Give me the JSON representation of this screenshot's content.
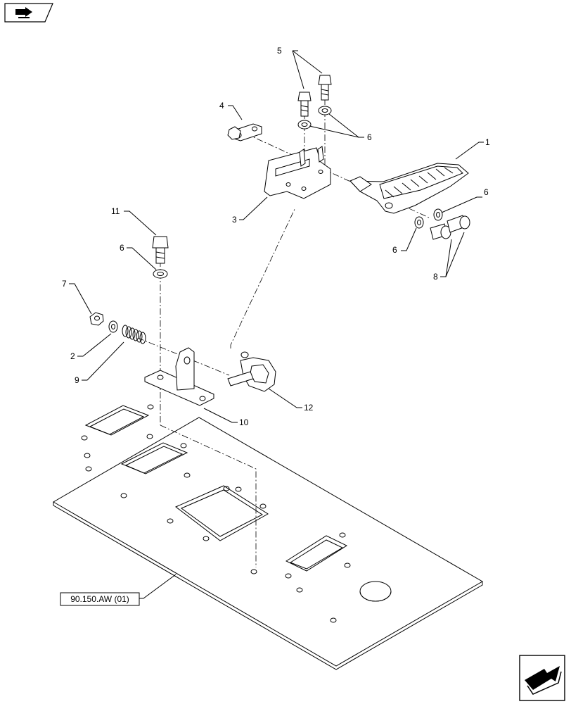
{
  "callouts": [
    "1",
    "2",
    "3",
    "4",
    "5",
    "6",
    "6",
    "6",
    "6",
    "7",
    "8",
    "9",
    "10",
    "11",
    "12"
  ],
  "reference_label": "90.150.AW (01)",
  "icons": {
    "top_left": "book-arrow-icon",
    "bottom_right": "next-page-arrow-icon"
  }
}
